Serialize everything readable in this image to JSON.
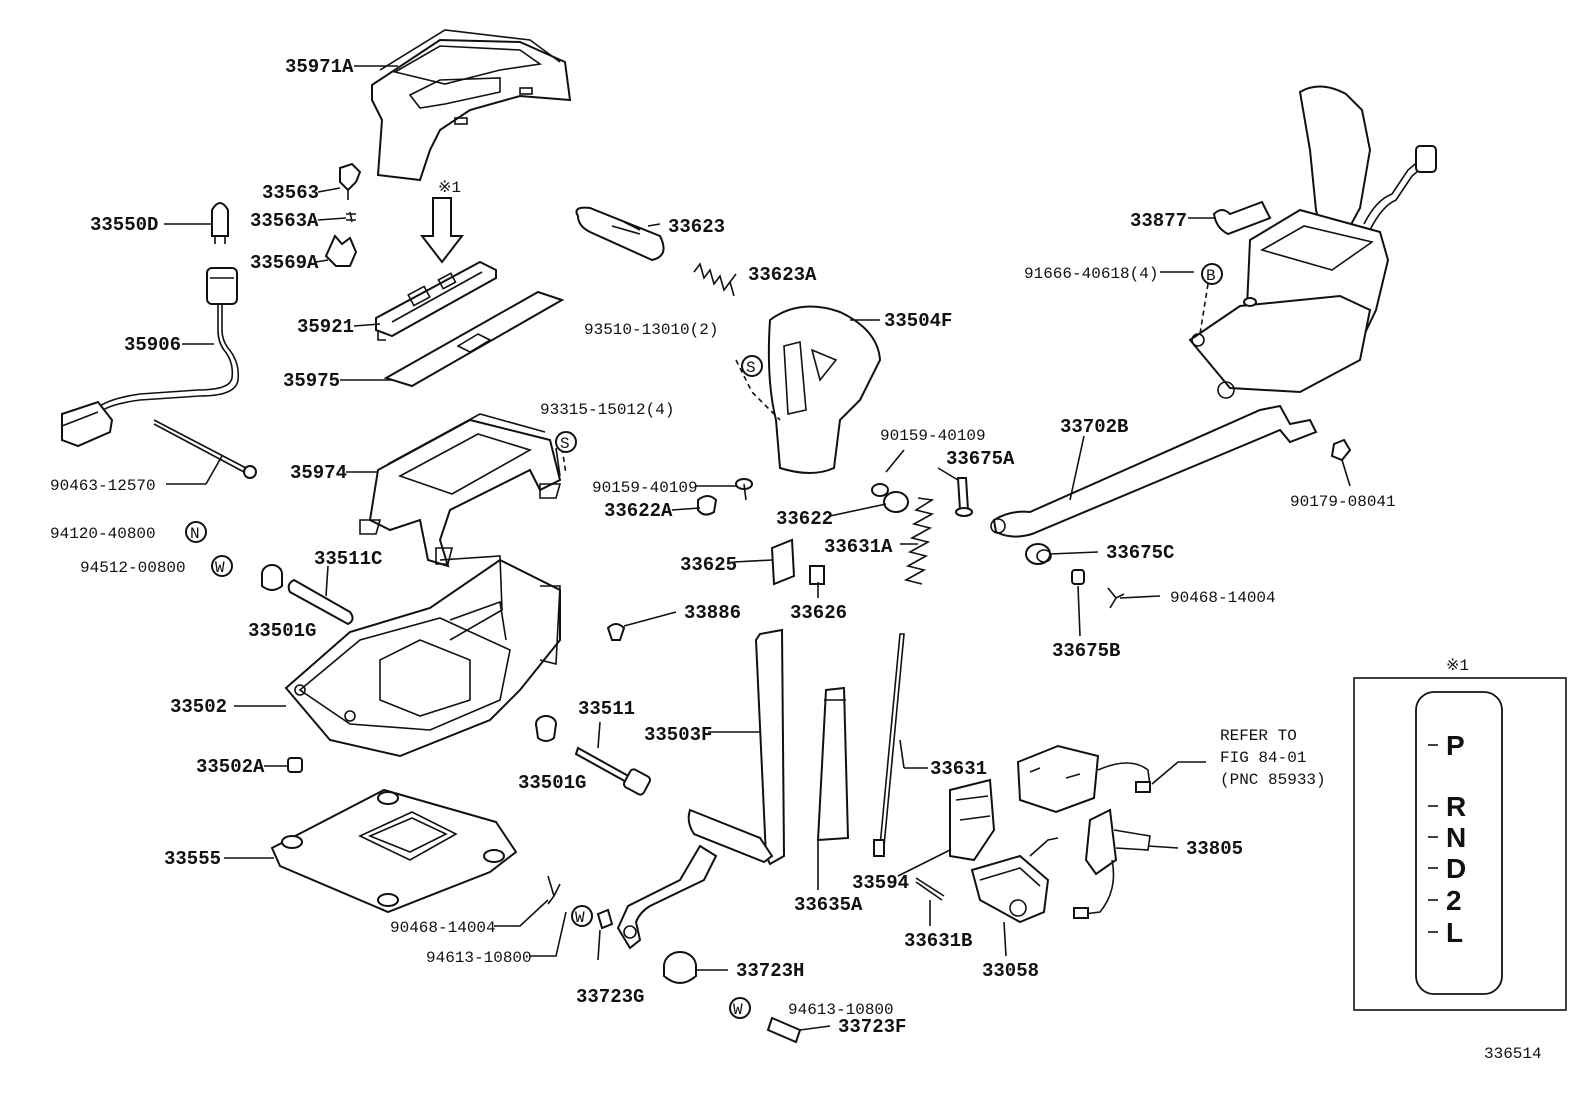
{
  "diagram": {
    "figure_number": "336514",
    "labels": {
      "l35971A": "35971A",
      "l33563": "33563",
      "l33563A": "33563A",
      "l33550D": "33550D",
      "l33569A": "33569A",
      "l35921": "35921",
      "l35906": "35906",
      "l35975": "35975",
      "l90463": "90463-12570",
      "l35974": "35974",
      "l94120": "94120-40800",
      "l94512": "94512-00800",
      "l33511C": "33511C",
      "l33501G_a": "33501G",
      "l33502": "33502",
      "l33502A": "33502A",
      "l33555": "33555",
      "l90468_a": "90468-14004",
      "l94613_a": "94613-10800",
      "l33623": "33623",
      "l33623A": "33623A",
      "l93510": "93510-13010(2)",
      "l33504F": "33504F",
      "l93315": "93315-15012(4)",
      "l90159_a": "90159-40109",
      "l33622A": "33622A",
      "l33886": "33886",
      "l33511": "33511",
      "l33501G_b": "33501G",
      "l33503F": "33503F",
      "l33723G": "33723G",
      "l33723H": "33723H",
      "l94613_b": "94613-10800",
      "l33723F": "33723F",
      "l90159_b": "90159-40109",
      "l33675A": "33675A",
      "l33622": "33622",
      "l33631A": "33631A",
      "l33625": "33625",
      "l33626": "33626",
      "l33635A": "33635A",
      "l33631": "33631",
      "l33594": "33594",
      "l33631B": "33631B",
      "l33058": "33058",
      "l33877": "33877",
      "l91666": "91666-40618(4)",
      "l33702B": "33702B",
      "l90179": "90179-08041",
      "l33675C": "33675C",
      "l90468_b": "90468-14004",
      "l33675B": "33675B",
      "l33805": "33805",
      "refer1": "REFER TO",
      "refer2": "FIG 84-01",
      "refer3": "(PNC 85933)",
      "note_mark": "※1",
      "inset_mark": "※1"
    },
    "symbols": {
      "s_S1": "S",
      "s_S2": "S",
      "s_B": "B",
      "s_N": "N",
      "s_W1": "W",
      "s_W2": "W",
      "s_W3": "W"
    },
    "gear_positions": [
      "P",
      "R",
      "N",
      "D",
      "2",
      "L"
    ]
  }
}
